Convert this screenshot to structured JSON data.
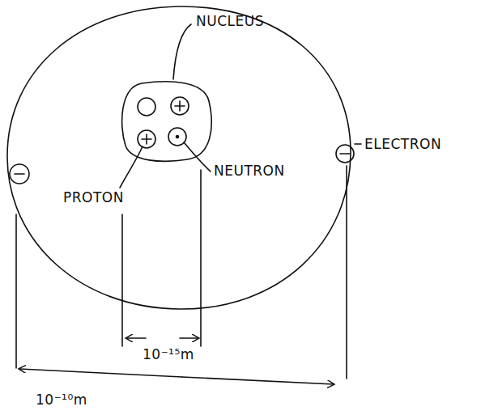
{
  "diagram": {
    "labels": [
      "NUCLEUS",
      "PROTON",
      "NEUTRON",
      "ELECTRON",
      "10⁻¹⁵m",
      "10⁻¹⁰m"
    ]
  }
}
